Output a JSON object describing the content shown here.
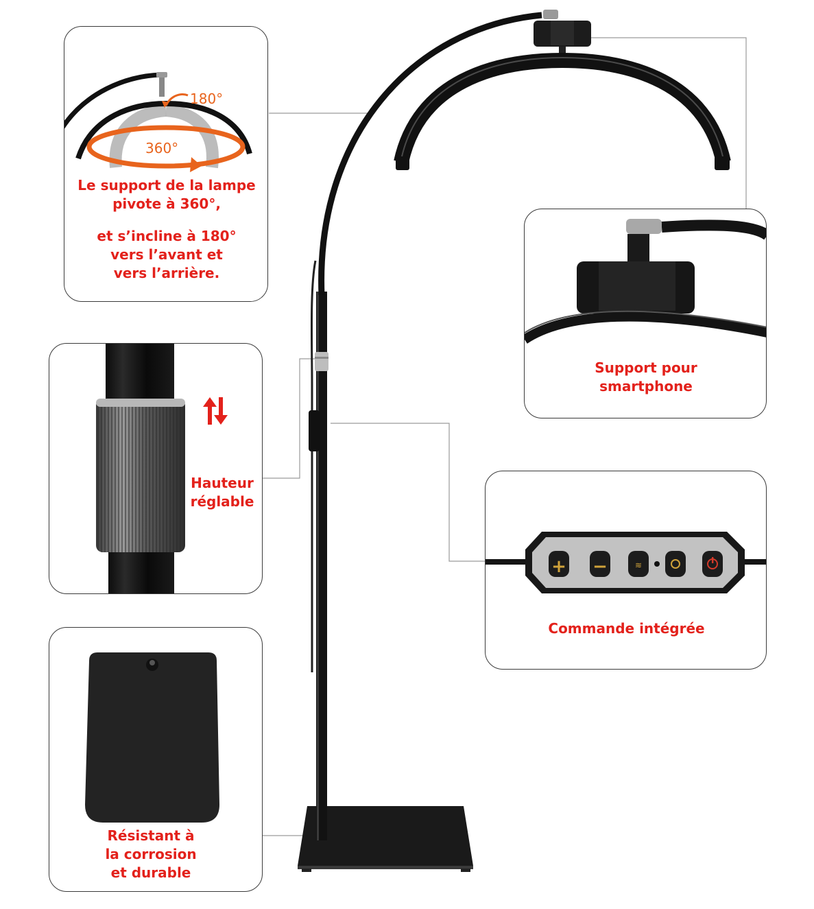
{
  "colors": {
    "accent_red": "#e3211b",
    "accent_orange": "#e8641d",
    "product_black": "#141414",
    "connector_line": "#9a9a9a"
  },
  "rotation_card": {
    "angle_tilt": "180°",
    "angle_rotate": "360°",
    "lines": [
      "Le support de la lampe",
      "pivote à 360°,",
      "et s’incline à 180°",
      "vers l’avant et",
      "vers l’arrière."
    ]
  },
  "height_card": {
    "lines": [
      "Hauteur",
      "réglable"
    ],
    "icon": "up-down-arrows-icon"
  },
  "base_card": {
    "lines": [
      "Résistant à",
      "la corrosion",
      "et durable"
    ]
  },
  "phone_card": {
    "lines": [
      "Support pour",
      "smartphone"
    ]
  },
  "control_card": {
    "label": "Commande intégrée",
    "buttons": [
      "+",
      "−"
    ]
  }
}
